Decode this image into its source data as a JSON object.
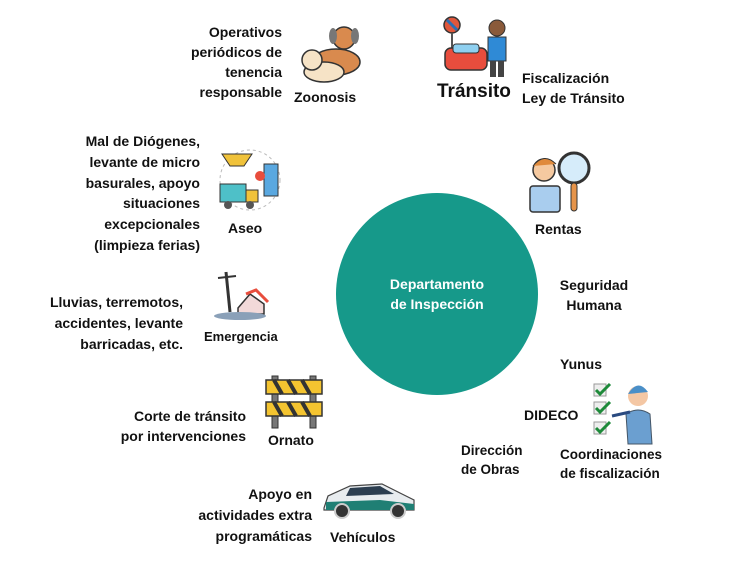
{
  "center": {
    "line1": "Departamento",
    "line2": "de Inspección",
    "color": "#16998a"
  },
  "nodes": {
    "zoonosis": {
      "label": "Zoonosis",
      "desc": [
        "Operativos",
        "periódicos de",
        "tenencia",
        "responsable"
      ],
      "icon": "dog-cat-icon"
    },
    "transito": {
      "label": "Tránsito",
      "desc": [
        "Fiscalización",
        "Ley de Tránsito"
      ],
      "icon": "traffic-officer-icon"
    },
    "rentas": {
      "label": "Rentas",
      "icon": "magnifier-person-icon"
    },
    "aseo": {
      "label": "Aseo",
      "desc": [
        "Mal de Diógenes,",
        "levante de micro",
        "basurales, apoyo",
        "situaciones",
        "excepcionales",
        "(limpieza ferias)"
      ],
      "icon": "garbage-truck-icon"
    },
    "emergencia": {
      "label": "Emergencia",
      "desc": [
        "Lluvias, terremotos,",
        "accidentes,  levante",
        "barricadas, etc."
      ],
      "icon": "disaster-icon"
    },
    "seguridad": {
      "label": [
        "Seguridad",
        "Humana"
      ]
    },
    "yunus": {
      "label": "Yunus"
    },
    "dideco": {
      "label": "DIDECO"
    },
    "obras": {
      "label": [
        "Dirección",
        "de Obras"
      ]
    },
    "coordinaciones": {
      "label": [
        "Coordinaciones",
        "de fiscalización"
      ],
      "icon": "checklist-inspector-icon"
    },
    "ornato": {
      "label": "Ornato",
      "desc": [
        "Corte de tránsito",
        "por intervenciones"
      ],
      "icon": "road-barrier-icon"
    },
    "vehiculos": {
      "label": "Vehículos",
      "desc": [
        "Apoyo en",
        "actividades extra",
        "programáticas"
      ],
      "icon": "car-icon"
    }
  }
}
